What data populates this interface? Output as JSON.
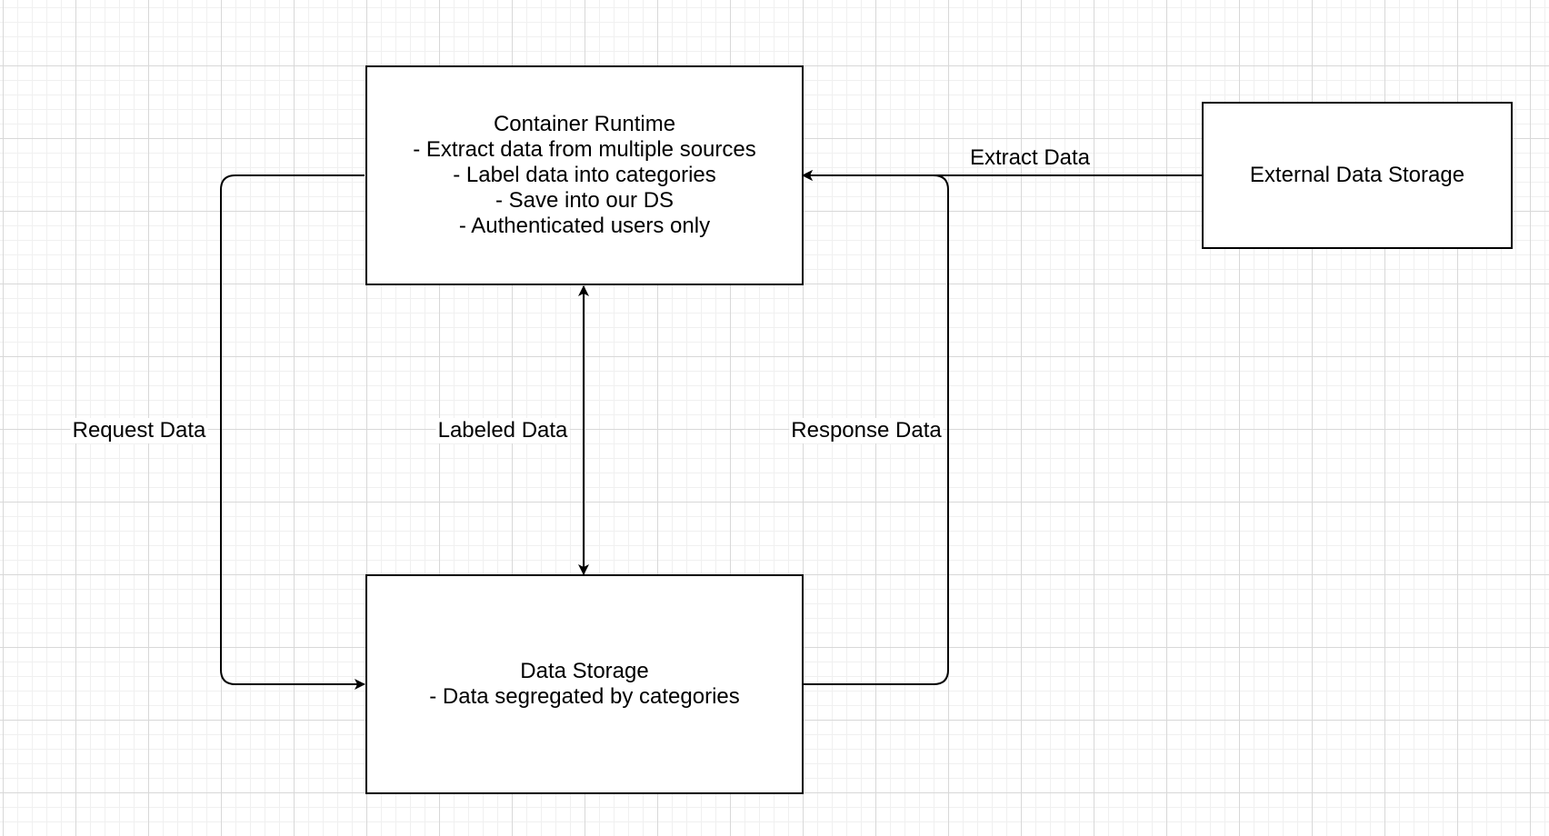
{
  "colors": {
    "stroke": "#000000",
    "grid_major": "#d8d8d8",
    "grid_minor": "#f0f0f0",
    "background": "#ffffff"
  },
  "nodes": {
    "container_runtime": {
      "lines": [
        "Container Runtime",
        "- Extract data from multiple sources",
        "- Label data into categories",
        "- Save into our DS",
        "- Authenticated users only"
      ]
    },
    "data_storage": {
      "lines": [
        "Data Storage",
        "- Data segregated by categories"
      ]
    },
    "external_data_storage": {
      "lines": [
        "External Data Storage"
      ]
    }
  },
  "edges": {
    "request": {
      "label": "Request Data"
    },
    "labeled": {
      "label": "Labeled Data"
    },
    "response": {
      "label": "Response Data"
    },
    "extract": {
      "label": "Extract Data"
    }
  }
}
